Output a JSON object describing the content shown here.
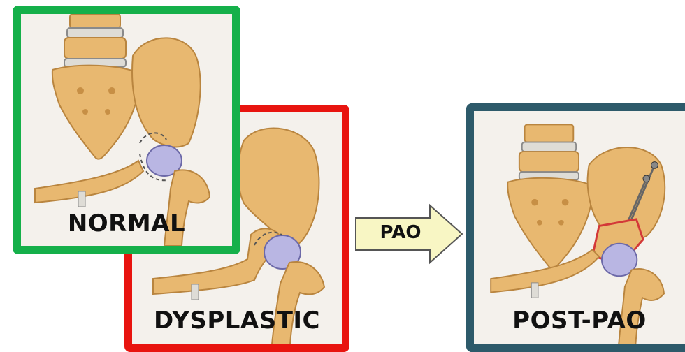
{
  "panels": {
    "normal": {
      "label": "NORMAL",
      "border_color": "#15b04a"
    },
    "dysplastic": {
      "label": "DYSPLASTIC",
      "border_color": "#e8140f"
    },
    "post_pao": {
      "label": "POST-PAO",
      "border_color": "#2d5a6a"
    }
  },
  "arrow": {
    "label": "PAO",
    "fill_color": "#f8f6c4"
  },
  "colors": {
    "bone": "#e8b870",
    "bone_shadow": "#c78f45",
    "femoral_head": "#b9b6e3",
    "vertebral_disc": "#dedcd6",
    "osteotomy_red": "#d33838"
  }
}
